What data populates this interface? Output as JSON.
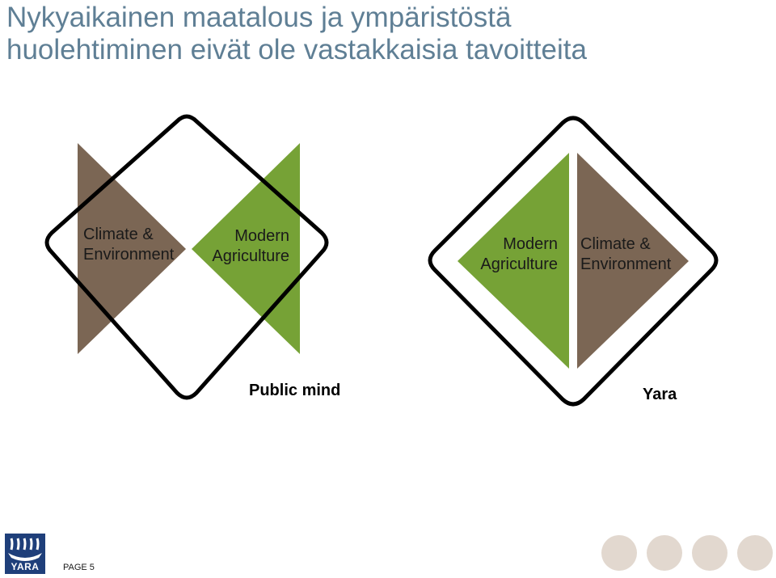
{
  "title": {
    "line1": "Nykyaikainen maatalous ja ympäristöstä",
    "line2": "huolehtiminen eivät ole vastakkaisia tavoitteita"
  },
  "left_diagram": {
    "left_label": [
      "Climate &",
      "Environment"
    ],
    "right_label": [
      "Modern",
      "Agriculture"
    ],
    "caption": "Public mind"
  },
  "right_diagram": {
    "left_label": [
      "Modern",
      "Agriculture"
    ],
    "right_label": [
      "Climate &",
      "Environment"
    ],
    "caption": "Yara"
  },
  "colors": {
    "title": "#5f7f95",
    "environment": "#7b6654",
    "agriculture": "#76a236",
    "outline": "#000000",
    "footer_dots": "#e2d8cf",
    "logo": "#1f3f7a"
  },
  "footer": {
    "logo_text": "YARA",
    "page_label": "PAGE 5",
    "icons": [
      "viking-ship-logo-icon"
    ]
  }
}
